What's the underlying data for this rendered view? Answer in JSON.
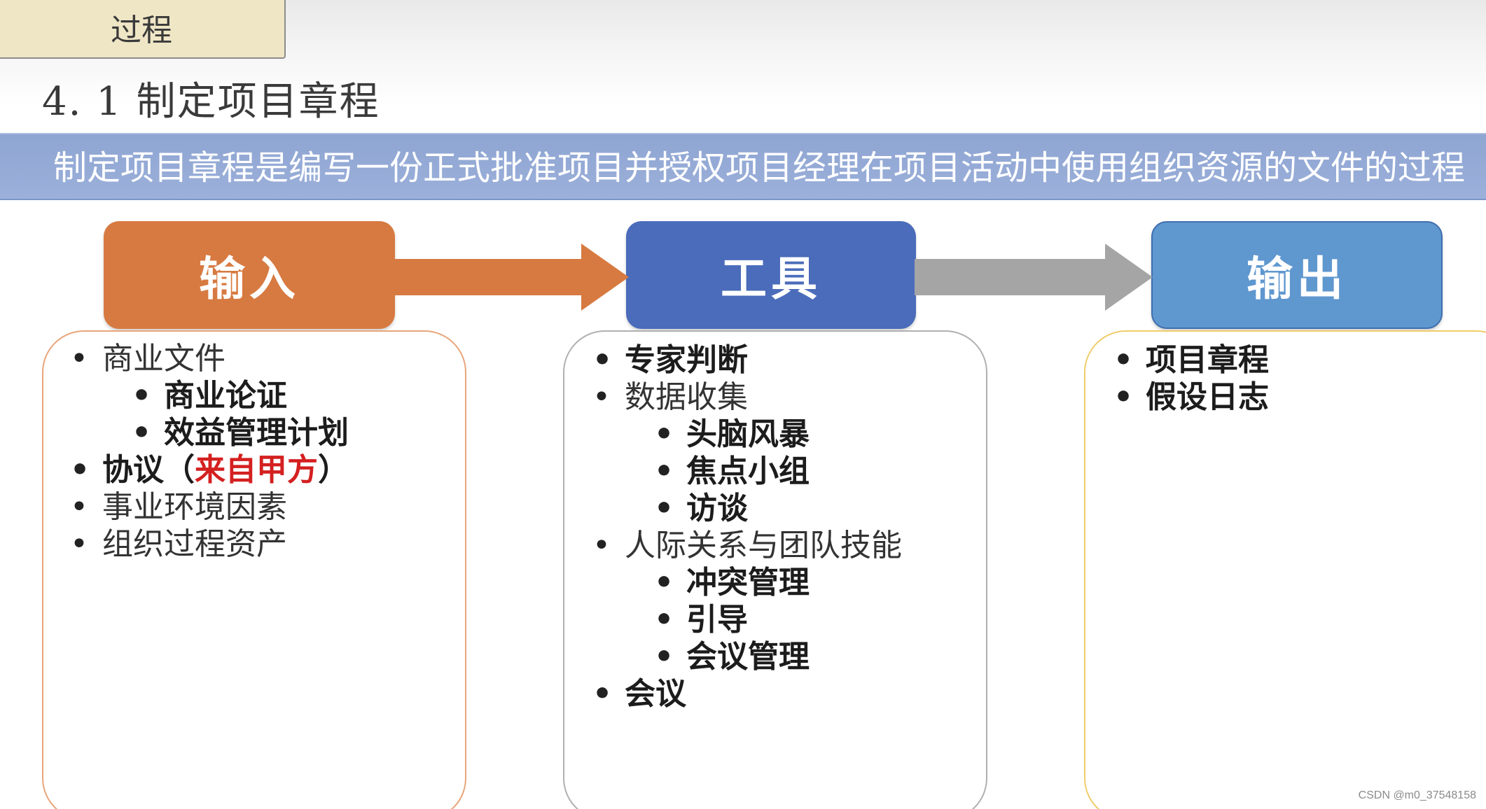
{
  "tab": {
    "label": "过程"
  },
  "section": {
    "title": "4. 1  制定项目章程"
  },
  "banner": {
    "text": "制定项目章程是编写一份正式批准项目并授权项目经理在项目活动中使用组织资源的文件的过程"
  },
  "headers": {
    "input": "输入",
    "tools": "工具",
    "output": "输出"
  },
  "input_items": [
    {
      "text": "商业文件"
    },
    {
      "text": "商业论证"
    },
    {
      "text": "效益管理计划"
    },
    {
      "text": "协议（",
      "highlight": "来自甲方",
      "suffix": "）"
    },
    {
      "text": "事业环境因素"
    },
    {
      "text": "组织过程资产"
    }
  ],
  "tool_items": [
    {
      "text": "专家判断"
    },
    {
      "text": "数据收集"
    },
    {
      "text": "头脑风暴"
    },
    {
      "text": "焦点小组"
    },
    {
      "text": "访谈"
    },
    {
      "text": "人际关系与团队技能"
    },
    {
      "text": "冲突管理"
    },
    {
      "text": "引导"
    },
    {
      "text": "会议管理"
    },
    {
      "text": "会议"
    }
  ],
  "output_items": [
    {
      "text": "项目章程"
    },
    {
      "text": "假设日志"
    }
  ],
  "watermark": "CSDN @m0_37548158",
  "colors": {
    "input_header": "#d77a41",
    "tools_header": "#4b6cba",
    "output_header": "#5f97cf",
    "banner": "#94a9d6",
    "highlight": "#d42020"
  }
}
